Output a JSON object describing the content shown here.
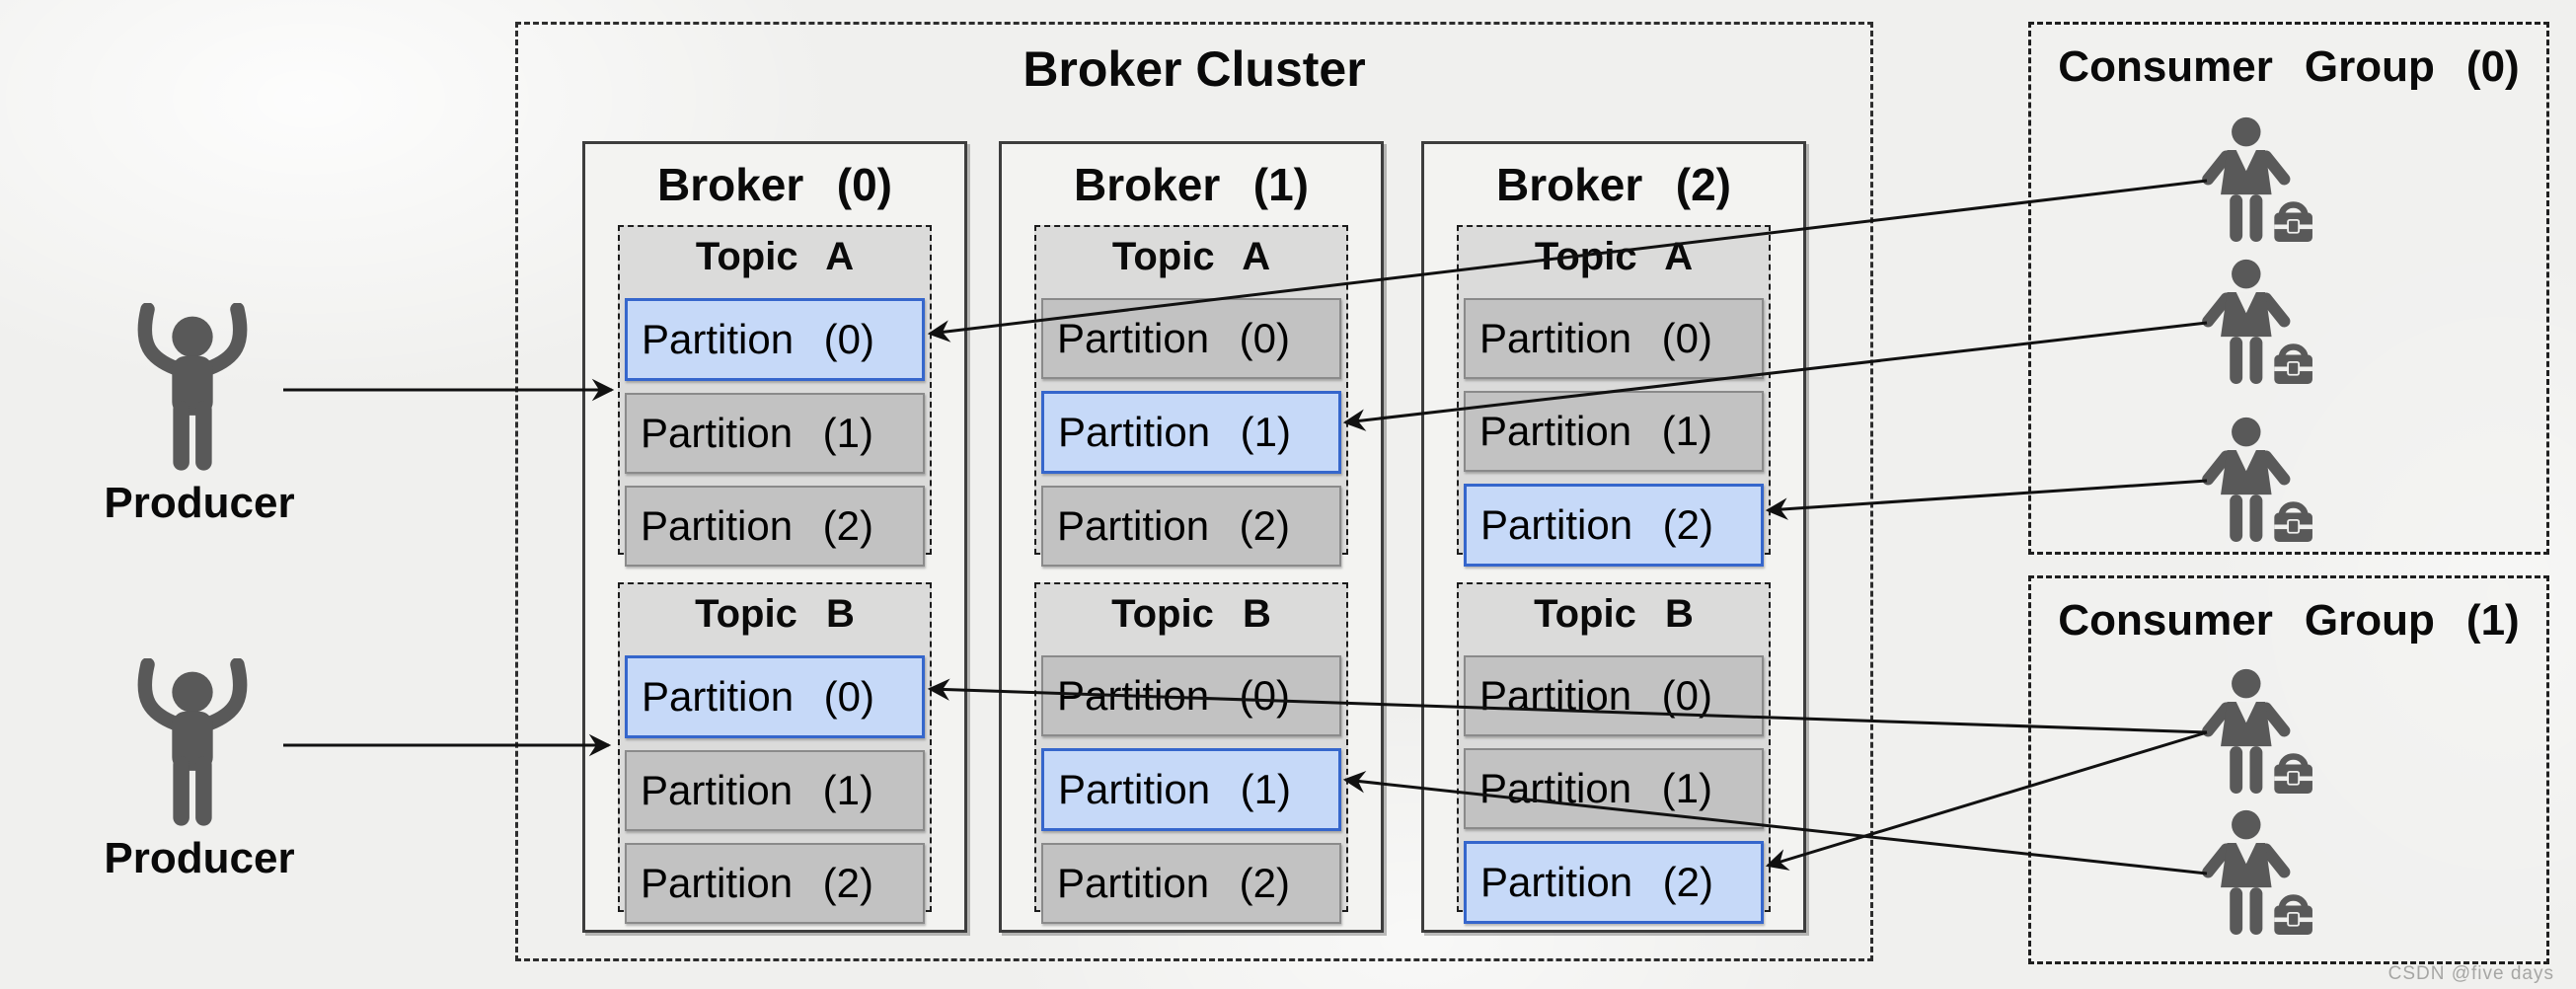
{
  "watermark": {
    "text": "CSDN @five days"
  },
  "producers": [
    {
      "label": "Producer"
    },
    {
      "label": "Producer"
    }
  ],
  "cluster": {
    "title": "Broker Cluster",
    "brokers": [
      {
        "title": "Broker (0)",
        "topics": [
          {
            "title": "Topic A",
            "partitions": [
              {
                "label": "Partition (0)",
                "leader": true
              },
              {
                "label": "Partition (1)",
                "leader": false
              },
              {
                "label": "Partition (2)",
                "leader": false
              }
            ]
          },
          {
            "title": "Topic B",
            "partitions": [
              {
                "label": "Partition (0)",
                "leader": true
              },
              {
                "label": "Partition (1)",
                "leader": false
              },
              {
                "label": "Partition (2)",
                "leader": false
              }
            ]
          }
        ]
      },
      {
        "title": "Broker (1)",
        "topics": [
          {
            "title": "Topic A",
            "partitions": [
              {
                "label": "Partition (0)",
                "leader": false
              },
              {
                "label": "Partition (1)",
                "leader": true
              },
              {
                "label": "Partition (2)",
                "leader": false
              }
            ]
          },
          {
            "title": "Topic B",
            "partitions": [
              {
                "label": "Partition (0)",
                "leader": false
              },
              {
                "label": "Partition (1)",
                "leader": true
              },
              {
                "label": "Partition (2)",
                "leader": false
              }
            ]
          }
        ]
      },
      {
        "title": "Broker (2)",
        "topics": [
          {
            "title": "Topic A",
            "partitions": [
              {
                "label": "Partition (0)",
                "leader": false
              },
              {
                "label": "Partition (1)",
                "leader": false
              },
              {
                "label": "Partition (2)",
                "leader": true
              }
            ]
          },
          {
            "title": "Topic B",
            "partitions": [
              {
                "label": "Partition (0)",
                "leader": false
              },
              {
                "label": "Partition (1)",
                "leader": false
              },
              {
                "label": "Partition (2)",
                "leader": true
              }
            ]
          }
        ]
      }
    ]
  },
  "consumer_groups": [
    {
      "title": "Consumer Group (0)",
      "consumer_count": 3
    },
    {
      "title": "Consumer Group (1)",
      "consumer_count": 2
    }
  ],
  "colors": {
    "figure_gray": "#595959",
    "partition_bg": "#c2c2c2",
    "partition_border": "#8a8a8a",
    "leader_partition_bg": "#c6d9f8",
    "leader_partition_border": "#3566cc",
    "arrow": "#111111",
    "background": "#f0f0ee"
  },
  "connections": {
    "producer_arrows": [
      {
        "from": "producer-0",
        "to": "broker-0-topic-a"
      },
      {
        "from": "producer-1",
        "to": "broker-0-topic-b"
      }
    ],
    "consumer_arrows": [
      {
        "from": "consumer-group-0-consumer-0",
        "to": "broker-0-topic-a-partition-0"
      },
      {
        "from": "consumer-group-0-consumer-1",
        "to": "broker-1-topic-a-partition-1"
      },
      {
        "from": "consumer-group-0-consumer-2",
        "to": "broker-2-topic-a-partition-2"
      },
      {
        "from": "consumer-group-1-consumer-0",
        "to": "broker-0-topic-b-partition-0"
      },
      {
        "from": "consumer-group-1-consumer-0",
        "to": "broker-2-topic-b-partition-2"
      },
      {
        "from": "consumer-group-1-consumer-1",
        "to": "broker-1-topic-b-partition-1"
      }
    ]
  }
}
